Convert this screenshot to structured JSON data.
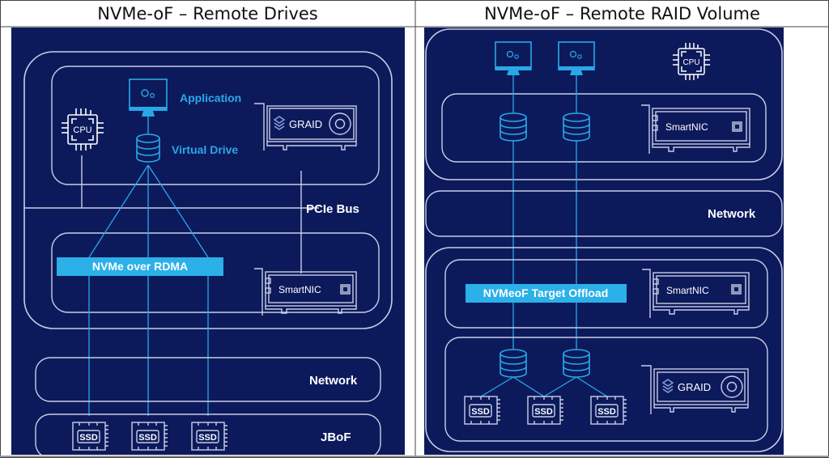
{
  "table": {
    "left_header": "NVMe-oF – Remote Drives",
    "right_header": "NVMe-oF – Remote RAID Volume"
  },
  "colors": {
    "panel_bg": "#0c1a5c",
    "outline": "#c9cde6",
    "accent_cyan": "#29a8e8",
    "pill_bg": "#2bb0e8"
  },
  "left": {
    "application_label": "Application",
    "virtual_drive_label": "Virtual Drive",
    "pcie_bus_label": "PCIe Bus",
    "nvme_rdma_label": "NVMe over RDMA",
    "network_label": "Network",
    "jbof_label": "JBoF",
    "cpu_text": "CPU",
    "graid_text": "GRAID",
    "smartnic_text": "SmartNIC",
    "ssd_labels": [
      "SSD",
      "SSD",
      "SSD"
    ]
  },
  "right": {
    "cpu_text": "CPU",
    "smartnic_top_text": "SmartNIC",
    "network_label": "Network",
    "target_offload_label": "NVMeoF Target Offload",
    "smartnic_bottom_text": "SmartNIC",
    "graid_text": "GRAID",
    "ssd_labels": [
      "SSD",
      "SSD",
      "SSD"
    ]
  }
}
